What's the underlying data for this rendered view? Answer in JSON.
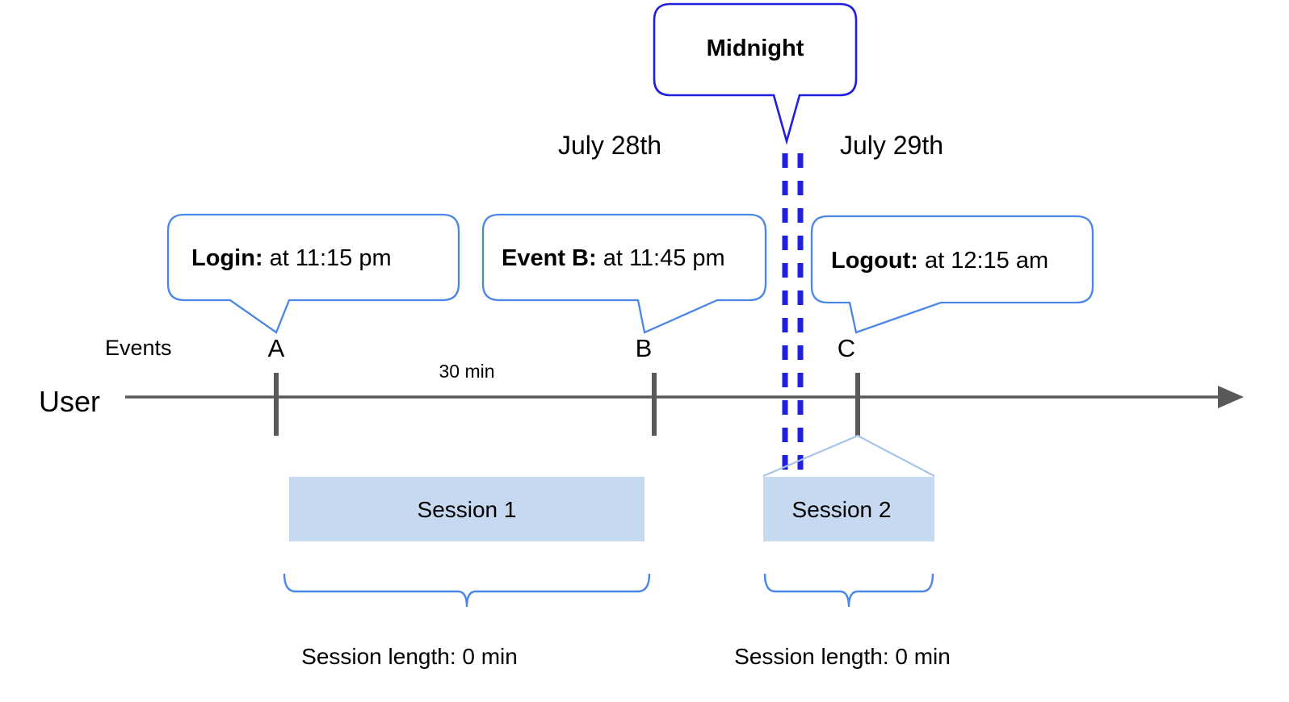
{
  "diagram": {
    "title_callout": {
      "label": "Midnight",
      "border_color": "#1F1FE0"
    },
    "dates": [
      {
        "label": "July 28th"
      },
      {
        "label": "July 29th"
      }
    ],
    "event_callouts": [
      {
        "bold": "Login:",
        "rest": " at 11:15 pm"
      },
      {
        "bold": "Event B:",
        "rest": " at 11:45 pm"
      },
      {
        "bold": "Logout:",
        "rest": " at 12:15 am"
      }
    ],
    "axis": {
      "row_label": "User",
      "events_label": "Events",
      "line_color": "#595959",
      "tick_color": "#595959"
    },
    "markers": [
      {
        "label": "A"
      },
      {
        "label": "B"
      },
      {
        "label": "C"
      }
    ],
    "duration_label": "30 min",
    "sessions": [
      {
        "label": "Session 1",
        "fill": "#C6D9F1"
      },
      {
        "label": "Session 2",
        "fill": "#C6D9F1"
      }
    ],
    "session_lengths": [
      {
        "label": "Session length: 0 min"
      },
      {
        "label": "Session length: 0 min"
      }
    ],
    "colors": {
      "callout_border": "#4A86E8",
      "midnight_line": "#1F1FE0",
      "session_fill": "#C6D9F1",
      "session_connector": "#A8C4EC",
      "brace": "#4A86E8"
    }
  }
}
